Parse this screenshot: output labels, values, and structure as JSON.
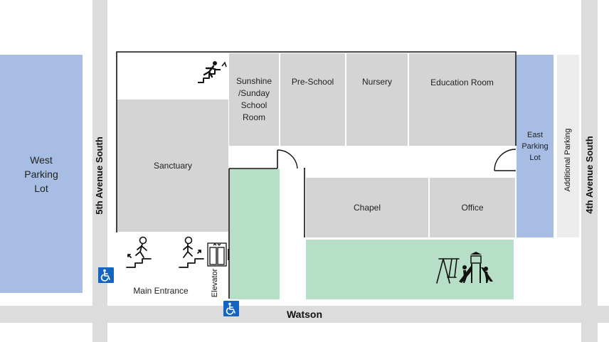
{
  "streets": {
    "left": "5th Avenue South",
    "right": "4th Avenue South",
    "bottom": "Watson"
  },
  "parking": {
    "west": [
      "West",
      "Parking",
      "Lot"
    ],
    "east": [
      "East",
      "Parking",
      "Lot"
    ],
    "additional": "Additional Parking"
  },
  "rooms": {
    "sunshine": [
      "Sunshine",
      "/Sunday",
      "School",
      "Room"
    ],
    "preschool": "Pre-School",
    "nursery": "Nursery",
    "education": "Education Room",
    "sanctuary": "Sanctuary",
    "chapel": "Chapel",
    "office": "Office"
  },
  "labels": {
    "main_entrance": "Main Entrance",
    "elevator": "Elevator"
  },
  "icons": {
    "accessible": "wheelchair-icon",
    "stairs": "stairs-icon",
    "elevator": "elevator-icon",
    "escape": "escape-stairs-icon",
    "playground": "playground-icon"
  },
  "colors": {
    "road": "#dcdcdc",
    "parking": "#a8bde3",
    "room": "#d4d4d4",
    "green_space": "#b7dec7",
    "accessible_sign": "#1565c0"
  }
}
